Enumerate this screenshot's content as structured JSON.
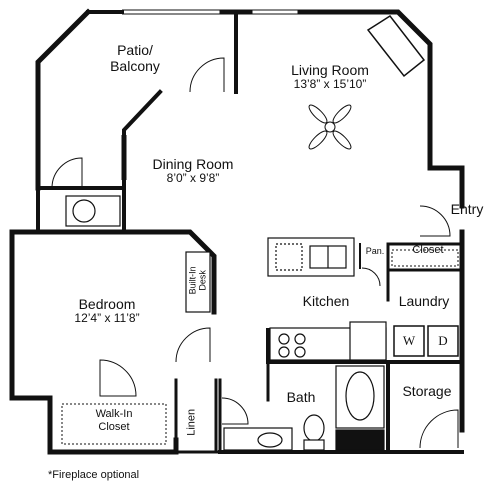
{
  "rooms": {
    "patio": {
      "name": "Patio/\nBalcony"
    },
    "living": {
      "name": "Living Room",
      "dims": "13’8” x 15’10”"
    },
    "dining": {
      "name": "Dining Room",
      "dims": "8’0” x 9’8”"
    },
    "bedroom": {
      "name": "Bedroom",
      "dims": "12’4” x 11’8”"
    },
    "kitchen": {
      "name": "Kitchen"
    },
    "laundry": {
      "name": "Laundry"
    },
    "bath": {
      "name": "Bath"
    },
    "storage": {
      "name": "Storage"
    },
    "entry": {
      "name": "Entry"
    },
    "closet": {
      "name": "Closet"
    },
    "pantry": {
      "name": "Pan."
    },
    "walkin": {
      "name": "Walk-In\nCloset"
    },
    "linen": {
      "name": "Linen"
    },
    "desk": {
      "name": "Built-In\nDesk"
    }
  },
  "appliances": {
    "washer": "W",
    "dryer": "D"
  },
  "footnote": "*Fireplace optional",
  "colors": {
    "wall": "#111111",
    "fixture": "#333333",
    "background": "#ffffff"
  }
}
